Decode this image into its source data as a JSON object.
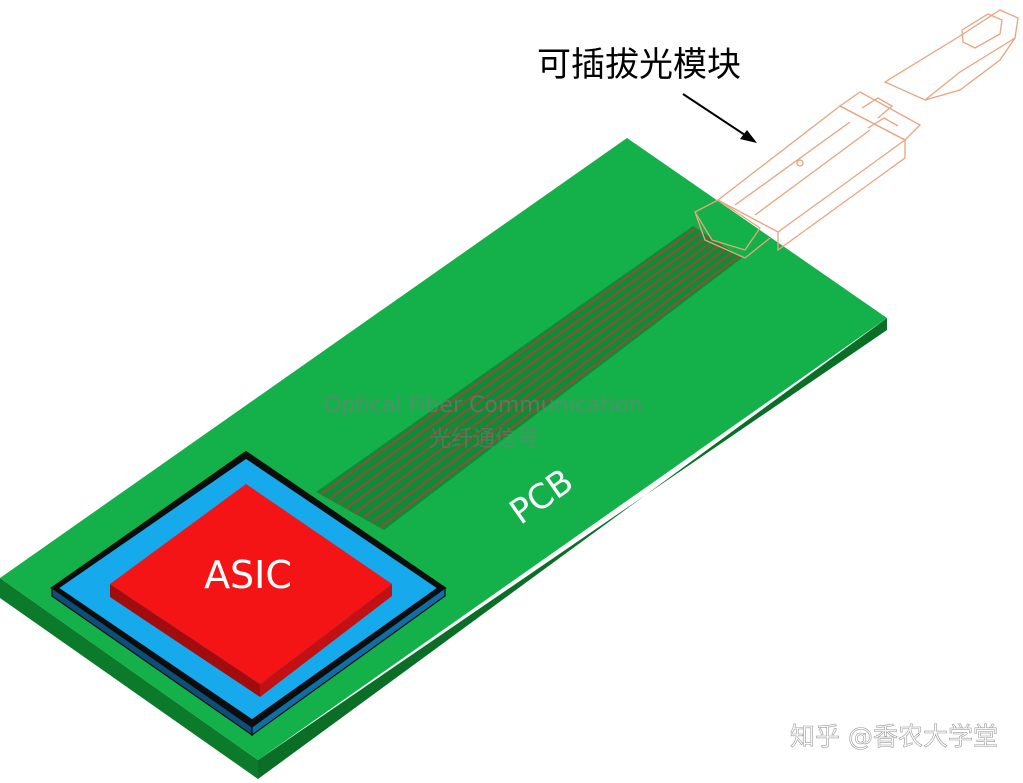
{
  "labels": {
    "module_label": "可插拔光模块",
    "asic_label": "ASIC",
    "pcb_label": "PCB"
  },
  "watermarks": {
    "line1": "Optical Fiber Communication",
    "line2": "光纤通信号",
    "credit": "知乎 @香农大学堂"
  },
  "colors": {
    "pcb_top": "#14b14a",
    "pcb_side": "#0b7a2b",
    "substrate": "#16a9ec",
    "asic_top": "#f41416",
    "asic_side": "#a30c0f",
    "trace": "#b0432a",
    "module_outline": "#e8a47d",
    "outline": "#0d0d0d",
    "text_white": "#ffffff",
    "text_black": "#000000",
    "watermark": "#7a7a7a"
  },
  "traces": {
    "count": 8
  }
}
